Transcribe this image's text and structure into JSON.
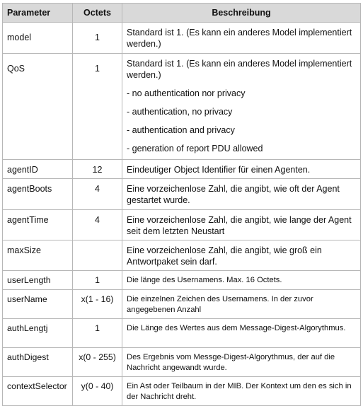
{
  "headers": {
    "parameter": "Parameter",
    "octets": "Octets",
    "description": "Beschreibung"
  },
  "rows": [
    {
      "param": "model",
      "octets": "1",
      "desc": "Standard ist 1. (Es kann ein anderes Model implementiert werden.)"
    },
    {
      "param": "QoS",
      "octets": "1",
      "desc": "Standard ist 1. (Es kann ein anderes Model implementiert werden.)",
      "options": [
        "- no authentication nor privacy",
        "- authentication, no privacy",
        "- authentication and privacy",
        "- generation of report PDU allowed"
      ]
    },
    {
      "param": "agentID",
      "octets": "12",
      "desc": "Eindeutiger Object Identifier für einen Agenten."
    },
    {
      "param": "agentBoots",
      "octets": "4",
      "desc": "Eine vorzeichenlose Zahl, die angibt, wie oft der Agent gestartet wurde."
    },
    {
      "param": "agentTime",
      "octets": "4",
      "desc": "Eine vorzeichenlose Zahl, die angibt, wie lange der Agent seit dem letzten Neustart"
    },
    {
      "param": "maxSize",
      "octets": "",
      "desc": "Eine vorzeichenlose Zahl, die angibt, wie groß ein Antwortpaket sein darf."
    },
    {
      "param": "userLength",
      "octets": "1",
      "desc": "Die länge des Usernamens. Max. 16 Octets."
    },
    {
      "param": "userName",
      "octets": "x(1 - 16)",
      "desc": "Die einzelnen Zeichen des Usernamens. In der zuvor angegebenen Anzahl"
    },
    {
      "param": "authLengtj",
      "octets": "1",
      "desc": "Die Länge des Wertes aus dem Message-Digest-Algorythmus."
    },
    {
      "param": "authDigest",
      "octets": "x(0 - 255)",
      "desc": "Des Ergebnis vom Messge-Digest-Algorythmus, der auf die Nachricht angewandt wurde."
    },
    {
      "param": "contextSelector",
      "octets": "y(0 - 40)",
      "desc": "Ein Ast oder Teilbaum in der MIB. Der Kontext um den es sich in der Nachricht dreht."
    }
  ]
}
